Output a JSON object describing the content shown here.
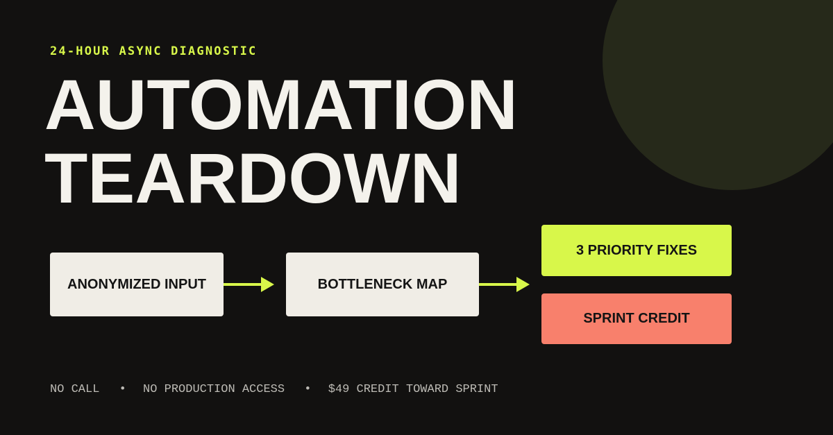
{
  "eyebrow": "24-HOUR ASYNC DIAGNOSTIC",
  "title": {
    "line1": "AUTOMATION",
    "line2": "TEARDOWN"
  },
  "flow": {
    "step1": "ANONYMIZED INPUT",
    "step2": "BOTTLENECK MAP",
    "outputs": {
      "primary": "3 PRIORITY FIXES",
      "secondary": "SPRINT CREDIT"
    }
  },
  "footer": {
    "items": [
      "NO CALL",
      "NO PRODUCTION ACCESS",
      "$49 CREDIT TOWARD SPRINT"
    ],
    "separator": "•"
  },
  "colors": {
    "background": "#121110",
    "accent_lime": "#d8f74a",
    "accent_coral": "#f8806c",
    "box_light": "#f0ede6",
    "text_light": "#f4f2ec",
    "deco_circle": "#26291a"
  }
}
